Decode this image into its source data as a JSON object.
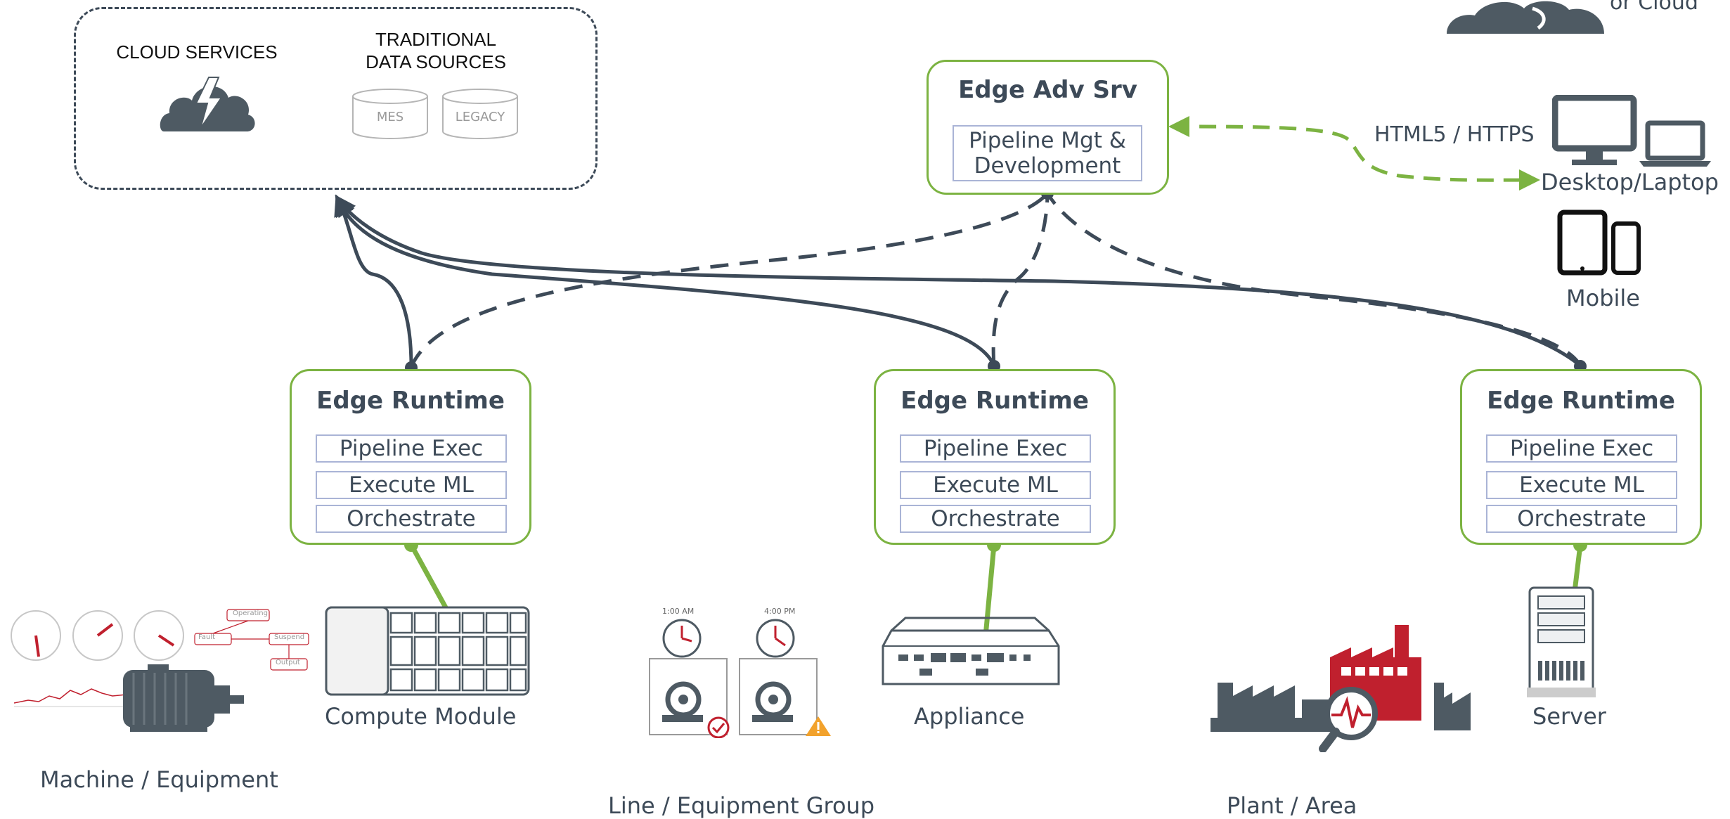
{
  "top_right": {
    "text": "or Cloud"
  },
  "cloud_box": {
    "cloud_services_label": "CLOUD SERVICES",
    "traditional_label_line1": "TRADITIONAL",
    "traditional_label_line2": "DATA SOURCES",
    "db_mes": "MES",
    "db_legacy": "LEGACY"
  },
  "edge_adv_srv": {
    "title": "Edge Adv Srv",
    "sub_line1": "Pipeline Mgt &",
    "sub_line2": "Development"
  },
  "protocol_label": "HTML5 / HTTPS",
  "devices": {
    "desktop_label": "Desktop/Laptop",
    "mobile_label": "Mobile"
  },
  "runtimes": [
    {
      "title": "Edge Runtime",
      "items": [
        "Pipeline  Exec",
        "Execute ML",
        "Orchestrate"
      ]
    },
    {
      "title": "Edge Runtime",
      "items": [
        "Pipeline  Exec",
        "Execute ML",
        "Orchestrate"
      ]
    },
    {
      "title": "Edge Runtime",
      "items": [
        "Pipeline  Exec",
        "Execute ML",
        "Orchestrate"
      ]
    }
  ],
  "hardware": {
    "compute_module": "Compute Module",
    "appliance": "Appliance",
    "server": "Server"
  },
  "levels": {
    "machine": "Machine / Equipment",
    "line": "Line / Equipment Group",
    "plant": "Plant / Area"
  },
  "flow_labels": {
    "operating": "Operating",
    "fault": "Fault",
    "suspend": "Suspend",
    "output": "Output"
  },
  "timers": {
    "t1": "1:00 AM",
    "t2": "4:00 PM"
  },
  "colors": {
    "green": "#7cb342",
    "navy": "#3d4a58",
    "red": "#c0202e",
    "sub_border": "#aab4d6"
  }
}
